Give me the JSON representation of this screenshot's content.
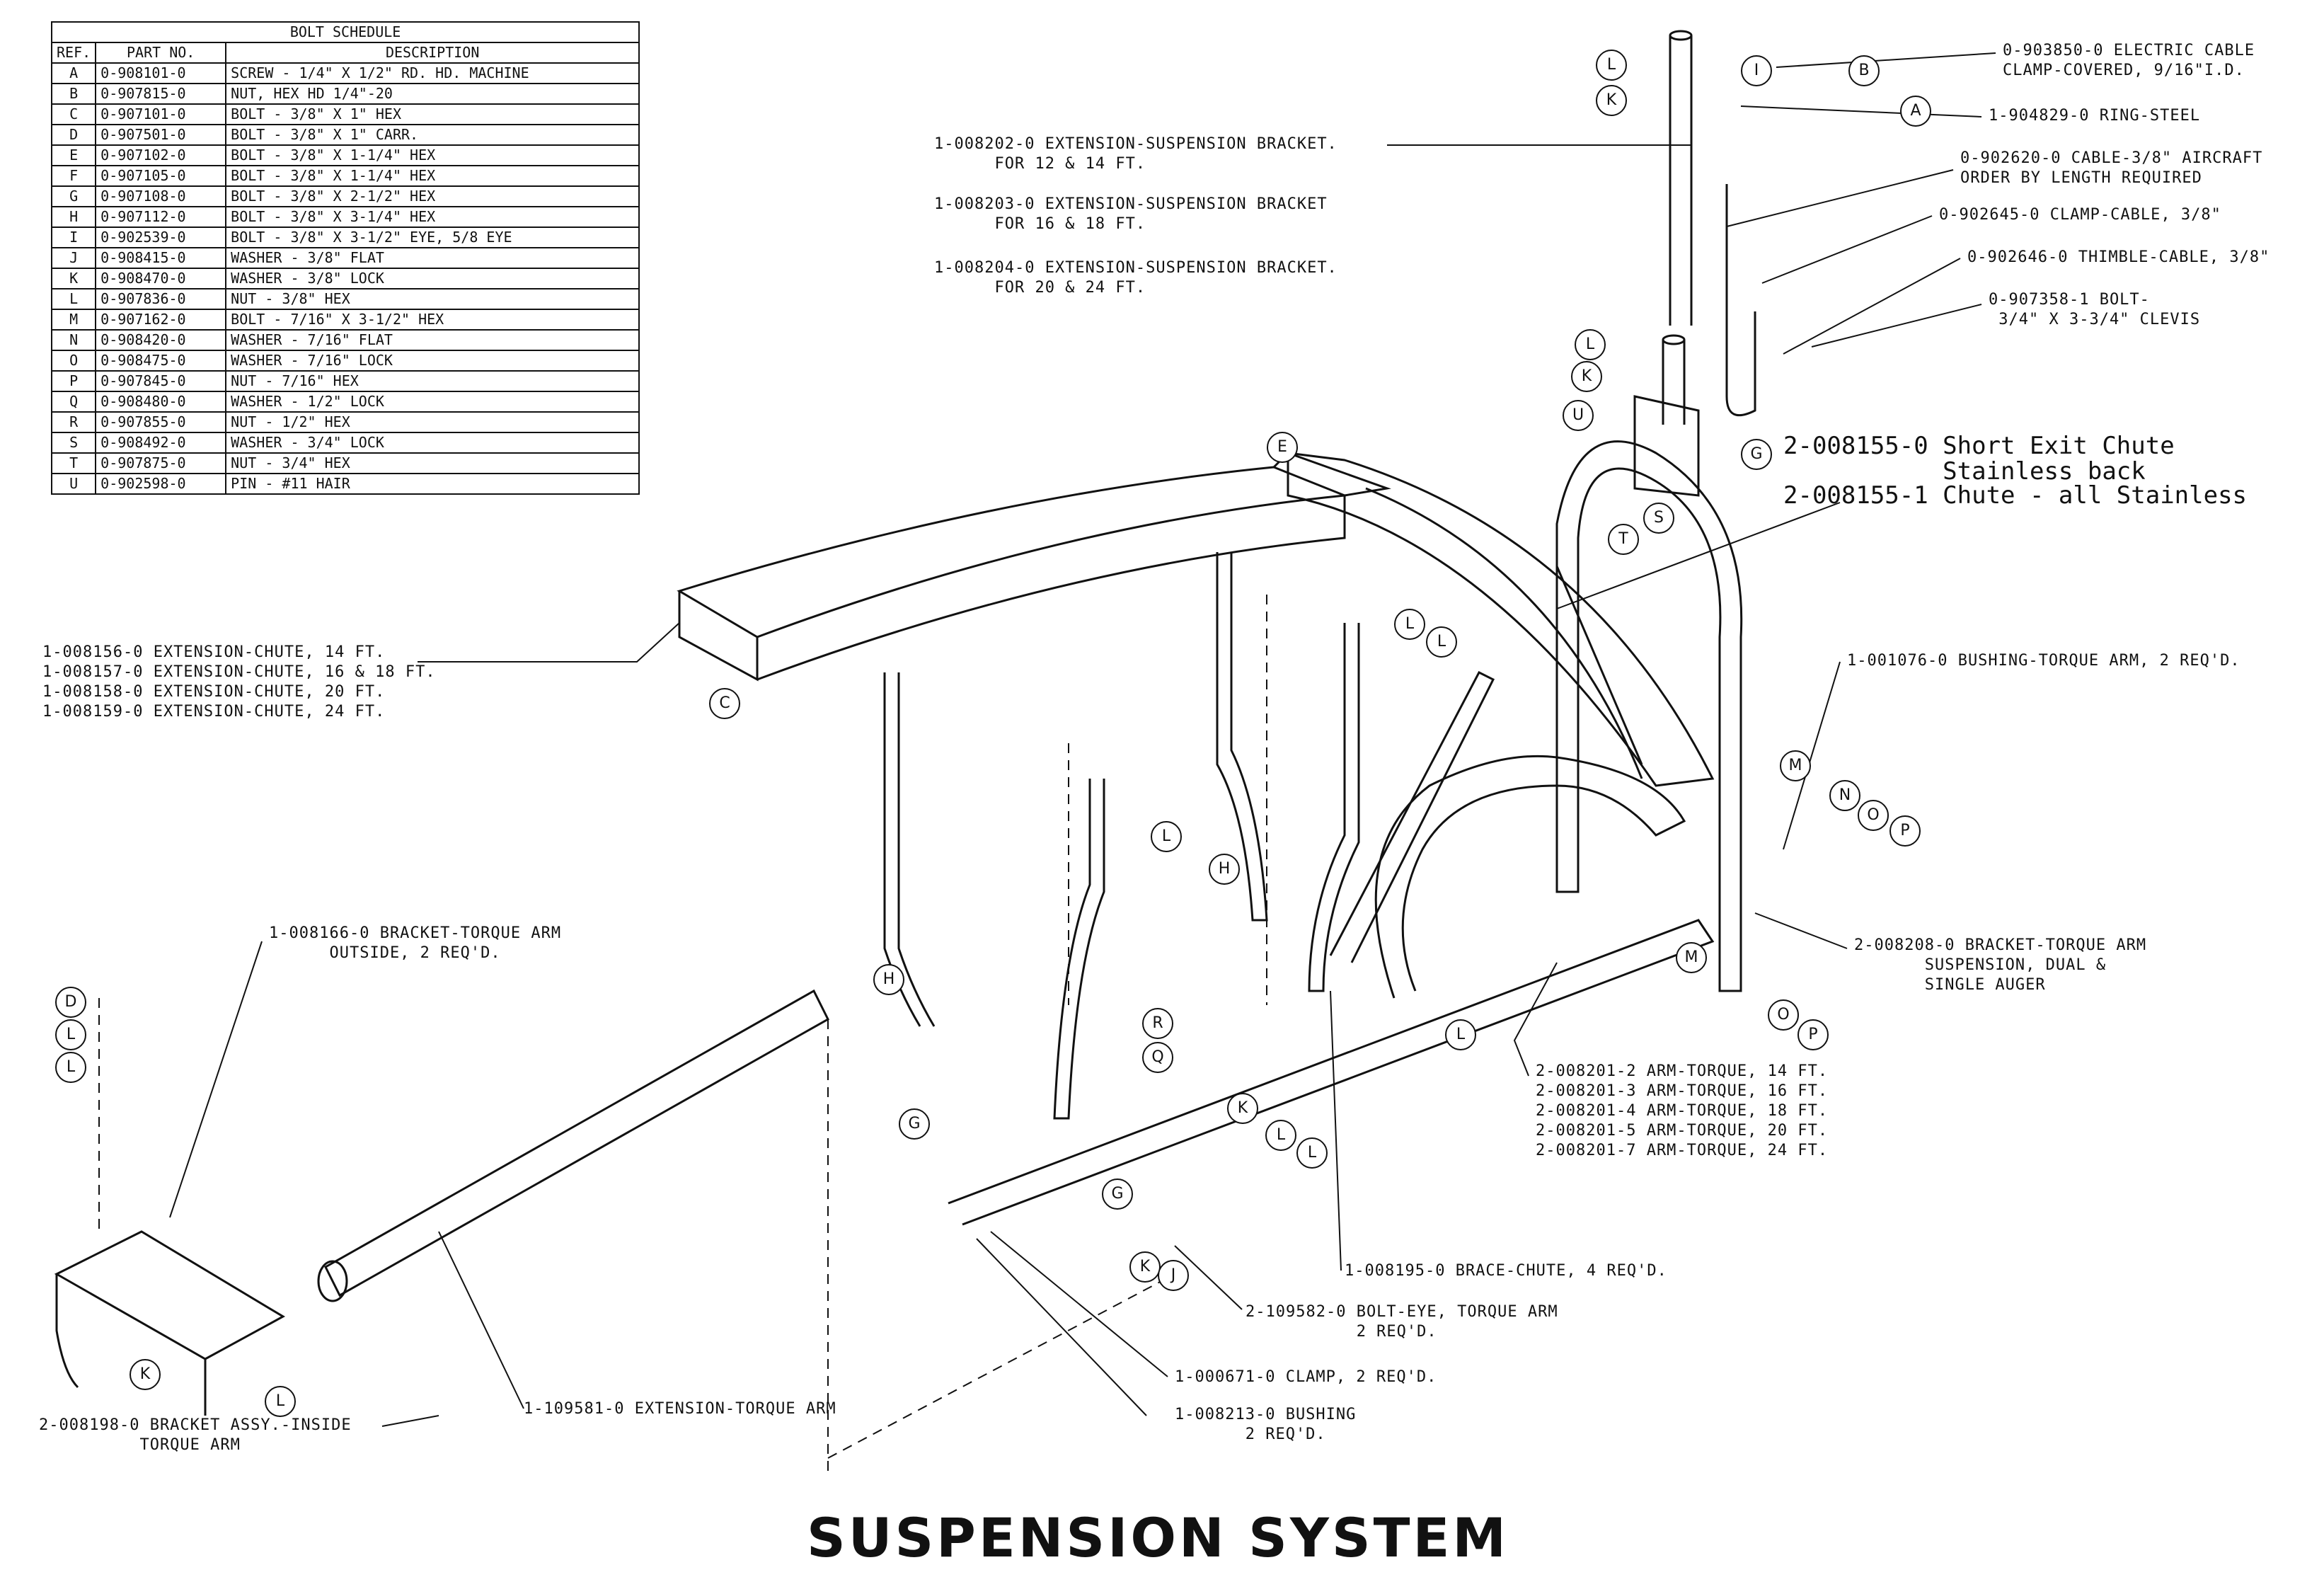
{
  "title": "SUSPENSION SYSTEM",
  "bolt_schedule": {
    "caption": "BOLT SCHEDULE",
    "headers": [
      "REF.",
      "PART NO.",
      "DESCRIPTION"
    ],
    "rows": [
      [
        "A",
        "0-908101-0",
        "SCREW - 1/4\" X 1/2\" RD. HD. MACHINE"
      ],
      [
        "B",
        "0-907815-0",
        "NUT, HEX HD 1/4\"-20"
      ],
      [
        "C",
        "0-907101-0",
        "BOLT - 3/8\" X 1\" HEX"
      ],
      [
        "D",
        "0-907501-0",
        "BOLT - 3/8\" X 1\" CARR."
      ],
      [
        "E",
        "0-907102-0",
        "BOLT - 3/8\" X 1-1/4\" HEX"
      ],
      [
        "F",
        "0-907105-0",
        "BOLT - 3/8\" X 1-1/4\" HEX"
      ],
      [
        "G",
        "0-907108-0",
        "BOLT - 3/8\" X 2-1/2\" HEX"
      ],
      [
        "H",
        "0-907112-0",
        "BOLT - 3/8\" X 3-1/4\" HEX"
      ],
      [
        "I",
        "0-902539-0",
        "BOLT - 3/8\" X 3-1/2\" EYE, 5/8 EYE"
      ],
      [
        "J",
        "0-908415-0",
        "WASHER - 3/8\" FLAT"
      ],
      [
        "K",
        "0-908470-0",
        "WASHER - 3/8\" LOCK"
      ],
      [
        "L",
        "0-907836-0",
        "NUT - 3/8\" HEX"
      ],
      [
        "M",
        "0-907162-0",
        "BOLT - 7/16\" X 3-1/2\" HEX"
      ],
      [
        "N",
        "0-908420-0",
        "WASHER - 7/16\" FLAT"
      ],
      [
        "O",
        "0-908475-0",
        "WASHER - 7/16\" LOCK"
      ],
      [
        "P",
        "0-907845-0",
        "NUT - 7/16\" HEX"
      ],
      [
        "Q",
        "0-908480-0",
        "WASHER - 1/2\" LOCK"
      ],
      [
        "R",
        "0-907855-0",
        "NUT - 1/2\" HEX"
      ],
      [
        "S",
        "0-908492-0",
        "WASHER - 3/4\" LOCK"
      ],
      [
        "T",
        "0-907875-0",
        "NUT - 3/4\" HEX"
      ],
      [
        "U",
        "0-902598-0",
        "PIN - #11 HAIR"
      ]
    ]
  },
  "labels": {
    "ext_bracket_12": "1-008202-0 EXTENSION-SUSPENSION BRACKET.\n      FOR 12 & 14 FT.",
    "ext_bracket_16": "1-008203-0 EXTENSION-SUSPENSION BRACKET\n      FOR 16 & 18 FT.",
    "ext_bracket_20": "1-008204-0 EXTENSION-SUSPENSION BRACKET.\n      FOR 20 & 24 FT.",
    "cable_clamp": "0-903850-0 ELECTRIC CABLE\nCLAMP-COVERED, 9/16\"I.D.",
    "ring": "1-904829-0 RING-STEEL",
    "cable": "0-902620-0 CABLE-3/8\" AIRCRAFT\nORDER BY LENGTH REQUIRED",
    "clamp_cable": "0-902645-0 CLAMP-CABLE, 3/8\"",
    "thimble": "0-902646-0 THIMBLE-CABLE, 3/8\"",
    "clevis": "0-907358-1 BOLT-\n 3/4\" X 3-3/4\" CLEVIS",
    "chute_short": "2-008155-0 Short Exit Chute\n           Stainless back",
    "chute_all": "2-008155-1 Chute - all Stainless",
    "extension_chute": "1-008156-0 EXTENSION-CHUTE, 14 FT.\n1-008157-0 EXTENSION-CHUTE, 16 & 18 FT.\n1-008158-0 EXTENSION-CHUTE, 20 FT.\n1-008159-0 EXTENSION-CHUTE, 24 FT.",
    "bushing_torque": "1-001076-0 BUSHING-TORQUE ARM, 2 REQ'D.",
    "bracket_outside": "1-008166-0 BRACKET-TORQUE ARM\n      OUTSIDE, 2 REQ'D.",
    "bracket_suspension": "2-008208-0 BRACKET-TORQUE ARM\n       SUSPENSION, DUAL &\n       SINGLE AUGER",
    "arm_torque": "2-008201-2 ARM-TORQUE, 14 FT.\n2-008201-3 ARM-TORQUE, 16 FT.\n2-008201-4 ARM-TORQUE, 18 FT.\n2-008201-5 ARM-TORQUE, 20 FT.\n2-008201-7 ARM-TORQUE, 24 FT.",
    "brace_chute": "1-008195-0 BRACE-CHUTE, 4 REQ'D.",
    "bolt_eye": "2-109582-0 BOLT-EYE, TORQUE ARM\n           2 REQ'D.",
    "clamp": "1-000671-0 CLAMP, 2 REQ'D.",
    "bushing": "1-008213-0 BUSHING\n       2 REQ'D.",
    "extension_torque": "1-109581-0 EXTENSION-TORQUE ARM",
    "bracket_inside": "2-008198-0 BRACKET ASSY.-INSIDE\n          TORQUE ARM"
  },
  "callouts": [
    "L",
    "K",
    "I",
    "B",
    "A",
    "L",
    "K",
    "U",
    "G",
    "T",
    "S",
    "E",
    "L",
    "L",
    "C",
    "M",
    "N",
    "O",
    "P",
    "L",
    "H",
    "M",
    "O",
    "P",
    "H",
    "R",
    "Q",
    "G",
    "K",
    "L",
    "L",
    "G",
    "L",
    "K",
    "J",
    "D",
    "L",
    "L",
    "K",
    "L"
  ]
}
